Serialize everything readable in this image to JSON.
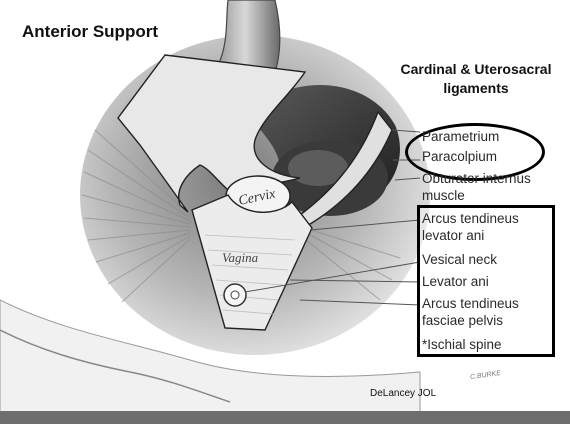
{
  "slide": {
    "title": "Anterior Support",
    "ligaments_heading": "Cardinal & Uterosacral ligaments",
    "credit": "DeLancey JOL",
    "artist_signature": "C.BURKE"
  },
  "illustration": {
    "cervix_label": "Cervix",
    "vagina_label": "Vagina"
  },
  "labels": {
    "parametrium": "Parametrium",
    "paracolpium": "Paracolpium",
    "obturator_line1": "Obturator internus",
    "obturator_line2": "muscle",
    "arcus_levator_line1": "Arcus tendineus",
    "arcus_levator_line2": "levator ani",
    "vesical_neck": "Vesical neck",
    "levator_ani": "Levator ani",
    "arcus_fasciae_line1": "Arcus tendineus",
    "arcus_fasciae_line2": "fasciae pelvis",
    "ischial_spine": "*Ischial spine"
  }
}
